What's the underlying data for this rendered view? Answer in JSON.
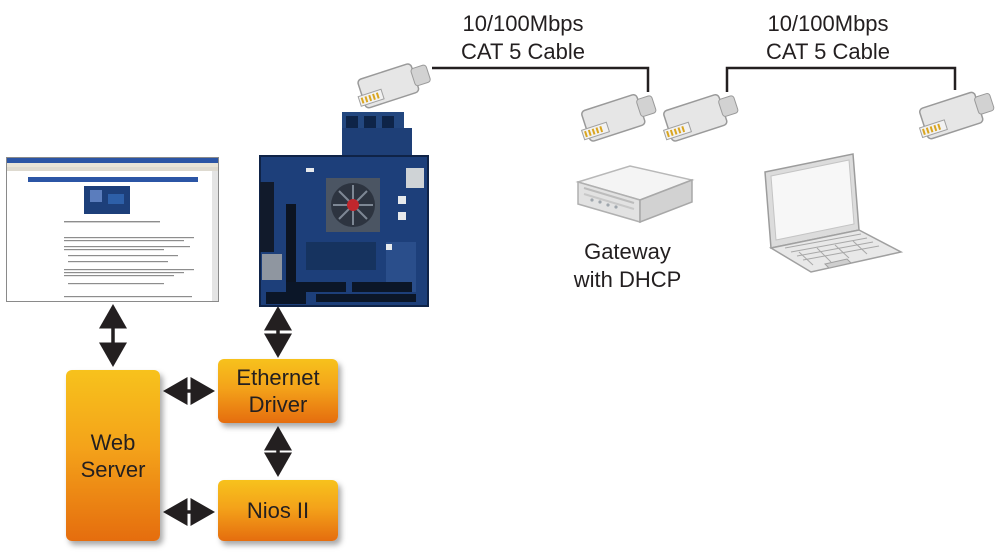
{
  "cables": [
    {
      "line1": "10/100Mbps",
      "line2": "CAT 5 Cable"
    },
    {
      "line1": "10/100Mbps",
      "line2": "CAT 5 Cable"
    }
  ],
  "gateway": {
    "line1": "Gateway",
    "line2": "with DHCP"
  },
  "blocks": {
    "web_server": {
      "line1": "Web",
      "line2": "Server"
    },
    "ethernet_driver": {
      "line1": "Ethernet",
      "line2": "Driver"
    },
    "nios": {
      "line1": "Nios II"
    }
  },
  "icons": [
    "browser-screenshot-icon",
    "fpga-board-icon",
    "rj45-connector-icon",
    "gateway-router-icon",
    "laptop-icon"
  ],
  "colors": {
    "block_top": "#f7c21c",
    "block_bottom": "#e56d0e",
    "board_blue": "#1d3f7a",
    "cable": "#231f20"
  }
}
